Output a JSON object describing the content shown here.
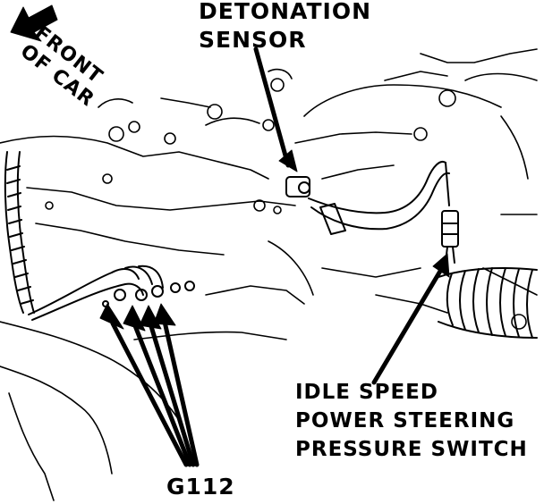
{
  "labels": {
    "detonation_sensor": [
      "DETONATION",
      "SENSOR"
    ],
    "front_of_car": [
      "FRONT",
      "OF CAR"
    ],
    "idle_speed_switch": [
      "IDLE SPEED",
      "POWER STEERING",
      "PRESSURE SWITCH"
    ],
    "ground": "G112"
  },
  "colors": {
    "ink": "#000000",
    "paper": "#ffffff"
  },
  "icons": {
    "direction": "front-arrow-icon"
  }
}
